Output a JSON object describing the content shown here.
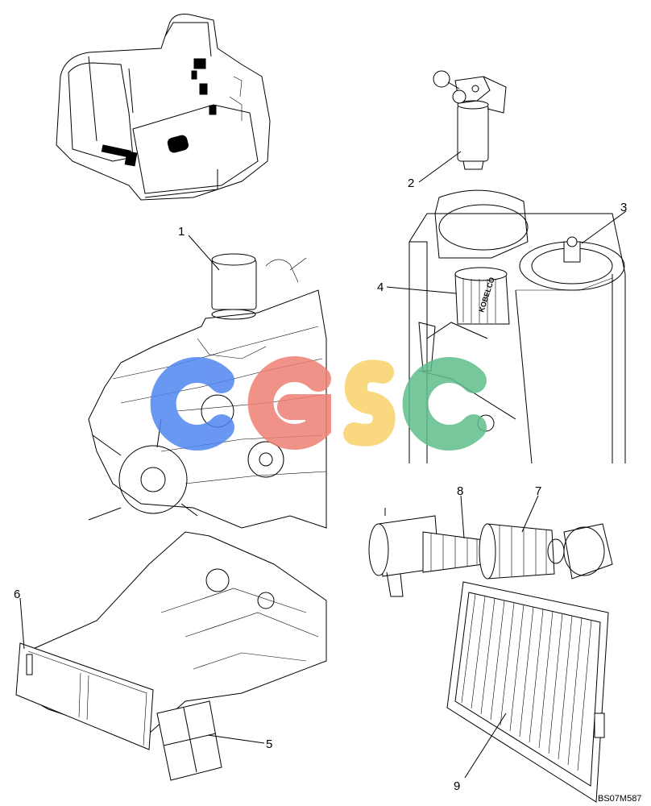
{
  "diagram": {
    "drawing_code": "BS07M587",
    "brand_on_filter": "KOBELCO",
    "callouts": [
      {
        "id": "1",
        "label": "1"
      },
      {
        "id": "2",
        "label": "2"
      },
      {
        "id": "3",
        "label": "3"
      },
      {
        "id": "4",
        "label": "4"
      },
      {
        "id": "5",
        "label": "5"
      },
      {
        "id": "6",
        "label": "6"
      },
      {
        "id": "7",
        "label": "7"
      },
      {
        "id": "8",
        "label": "8"
      },
      {
        "id": "9",
        "label": "9"
      }
    ],
    "watermark": {
      "letters": [
        "C",
        "G",
        "S",
        "C"
      ],
      "colors": [
        "#4f86f0",
        "#ee7f74",
        "#f8d26a",
        "#5fbf8b"
      ]
    }
  }
}
